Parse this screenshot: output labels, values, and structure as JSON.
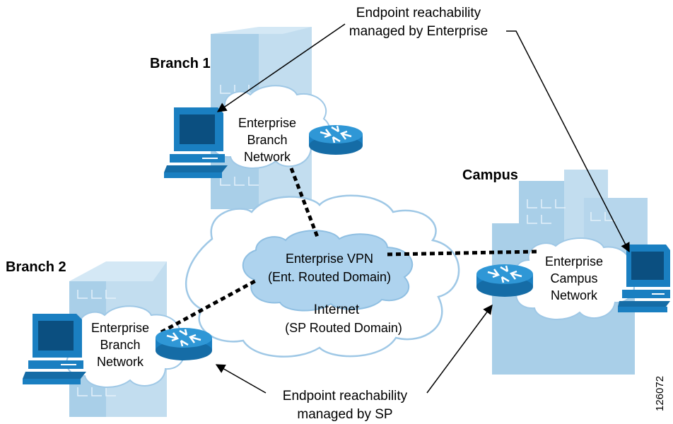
{
  "annotations": {
    "top_line1": "Endpoint reachability",
    "top_line2": "managed by Enterprise",
    "bottom_line1": "Endpoint reachability",
    "bottom_line2": "managed by SP"
  },
  "sites": {
    "branch1": {
      "title": "Branch 1",
      "cloud_line1": "Enterprise",
      "cloud_line2": "Branch",
      "cloud_line3": "Network"
    },
    "branch2": {
      "title": "Branch 2",
      "cloud_line1": "Enterprise",
      "cloud_line2": "Branch",
      "cloud_line3": "Network"
    },
    "campus": {
      "title": "Campus",
      "cloud_line1": "Enterprise",
      "cloud_line2": "Campus",
      "cloud_line3": "Network"
    }
  },
  "core": {
    "vpn_line1": "Enterprise VPN",
    "vpn_line2": "(Ent. Routed Domain)",
    "internet_line1": "Internet",
    "internet_line2": "(SP Routed Domain)"
  },
  "figure_id": "126072",
  "colors": {
    "building": "#a9cfe8",
    "building_edge": "#c9e2f3",
    "cloud_fill": "#ffffff",
    "cloud_stroke": "#9fc8e6",
    "vpn_fill": "#aed3ee",
    "router": "#1a7fc1",
    "router_top": "#2f97d6",
    "pc": "#1a7fc1",
    "pc_screen": "#0b4f80"
  }
}
